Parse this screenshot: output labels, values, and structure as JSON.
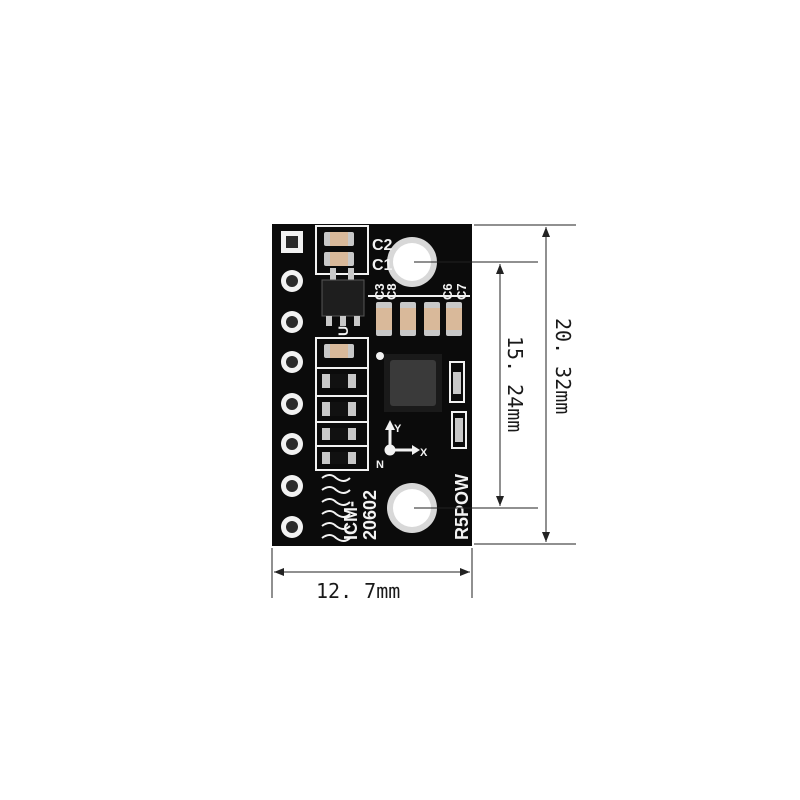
{
  "board": {
    "chip_label_line1": "ICM-",
    "chip_label_line2": "20602",
    "power_label": "R5POW",
    "capacitor_labels": [
      "C2",
      "C1",
      "C3",
      "C8",
      "C6",
      "C7"
    ],
    "regulator_label": "U",
    "axis_labels": {
      "x": "X",
      "y": "Y",
      "z": "N"
    },
    "colors": {
      "pcb": "#0b0b0b",
      "silkscreen": "#f2f2f2",
      "pad": "#c8c8c8",
      "chip": "#3a3a3a",
      "component": "#d9b99a"
    }
  },
  "dimensions": {
    "width_label": "12. 7mm",
    "height_label": "20. 32mm",
    "hole_spacing_label": "15. 24mm"
  }
}
